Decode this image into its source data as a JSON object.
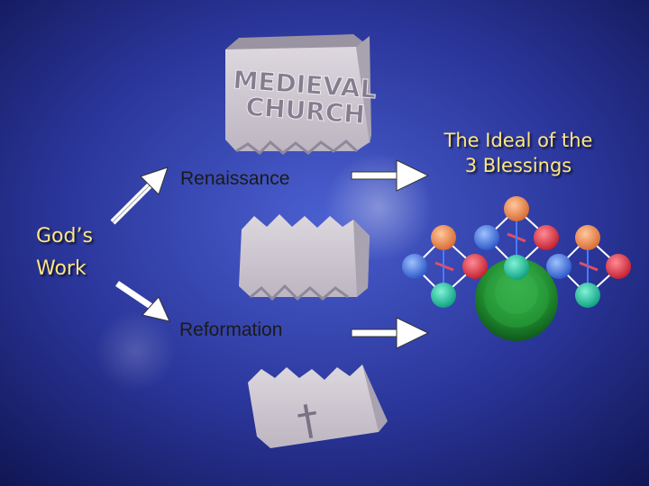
{
  "labels": {
    "renaissance": "Renaissance",
    "reformation": "Reformation",
    "gods_work_line1": "God’s",
    "gods_work_line2": "Work",
    "ideal_line1": "The Ideal of the",
    "ideal_line2": "3 Blessings",
    "block_medieval_line1": "MEDIEVAL",
    "block_medieval_line2": "CHURCH",
    "cross_glyph": "†"
  },
  "colors": {
    "background_center": "#3a4fc0",
    "background_edge": "#101552",
    "text_yellow": "#ffe680",
    "stone": "#cfc9d2",
    "arrow_fill": "#ffffff",
    "green_center": "#1f8a2e",
    "teal": "#10c5a0",
    "orange": "#f08a50",
    "blue": "#3a6fe0",
    "red": "#e02a3a"
  },
  "icons": [
    "stone-block",
    "up-arrow",
    "down-arrow",
    "right-arrow",
    "cross-icon",
    "three-blessings-diagram"
  ]
}
